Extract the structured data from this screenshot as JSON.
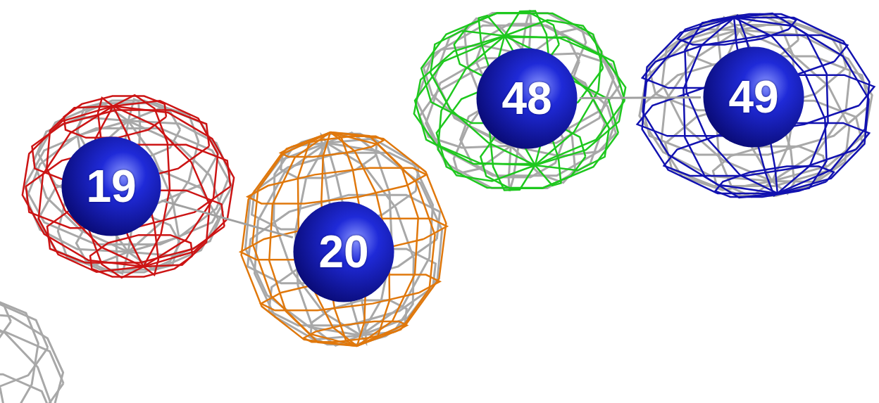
{
  "diagram": {
    "nodes": [
      {
        "text": [
          "19"
        ]
      },
      {
        "text": [
          "20"
        ]
      },
      {
        "text": [
          "48"
        ]
      },
      {
        "text": [
          "49"
        ]
      }
    ],
    "edges": [
      {
        "from": 0,
        "to": 1,
        "arrow": "none"
      },
      {
        "from": 2,
        "to": 3,
        "arrow": "none"
      }
    ]
  }
}
